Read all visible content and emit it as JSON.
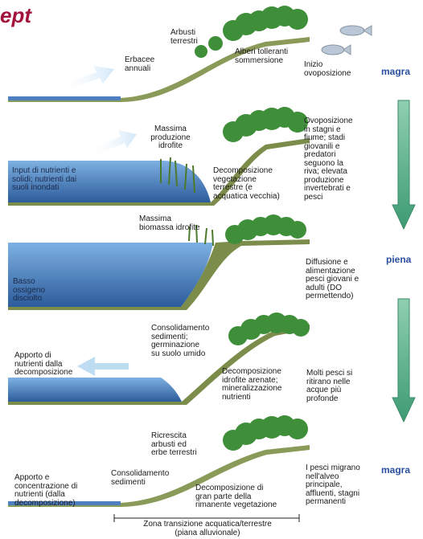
{
  "title": "ept",
  "stages": {
    "magra_top": "magra",
    "piena": "piena",
    "magra_bottom": "magra"
  },
  "panel1": {
    "erbacee": "Erbacee\nannuali",
    "arbusti": "Arbusti\nterrestri",
    "alberi": "Alberi tolleranti\nsommersione",
    "inizio": "Inizio\novoposizione"
  },
  "panel2": {
    "massima": "Massima\nproduzione\nidrofite",
    "input": "Input di nutrienti e\nsolidi; nutrienti dai\nsuoli inondati",
    "decomposizione": "Decomposizione\nvegetazione\nterrestre (e\nacquatica vecchia)",
    "ovoposizione": "Ovoposizione\nin stagni e\nfiume; stadi\ngiovanili e\npredatori\nseguono la\nriva; elevata\nproduzione\ninvertebrati e\npesci"
  },
  "panel3": {
    "massima_biomassa": "Massima\nbiomassa idrofite",
    "basso": "Basso\nossigeno\ndisciolto",
    "diffusione": "Diffusione e\nalimentazione\npesci giovani e\nadulti (DO\npermettendo)"
  },
  "panel4": {
    "consolidamento": "Consolidamento\nsedimenti;\ngerminazione\nsu suolo umido",
    "apporto": "Apporto di\nnutrienti dalla\ndecomposizione",
    "decomposizione": "Decomposizione\nidrofite arenate;\nmineralizzazione\nnutrienti",
    "molti_pesci": "Molti pesci si\nritirano nelle\nacque più\nprofonde"
  },
  "panel5": {
    "ricrescita": "Ricrescita\narbusti ed\nerbe terrestri",
    "apporto": "Apporto e\nconcentrazione di\nnutrienti (dalla\ndecomposizione)",
    "consolidamento": "Consolidamento\nsedimenti",
    "decomposizione": "Decomposizione di\ngran parte della\nrimanente vegetazione",
    "pesci_migrano": "I pesci migrano\nnell'alveo\nprincipale,\naffluenti, stagni\npermanenti",
    "zona": "Zona transizione acquatica/terrestre\n(piana alluvionale)"
  },
  "colors": {
    "water_top": "#6fa3d8",
    "water_bottom": "#2f5f9e",
    "bank": "#7a8c4a",
    "tree": "#3f8f3a",
    "arrow": "#5fae8a",
    "title": "#a3123a",
    "stage_word": "#2a4fa0"
  }
}
